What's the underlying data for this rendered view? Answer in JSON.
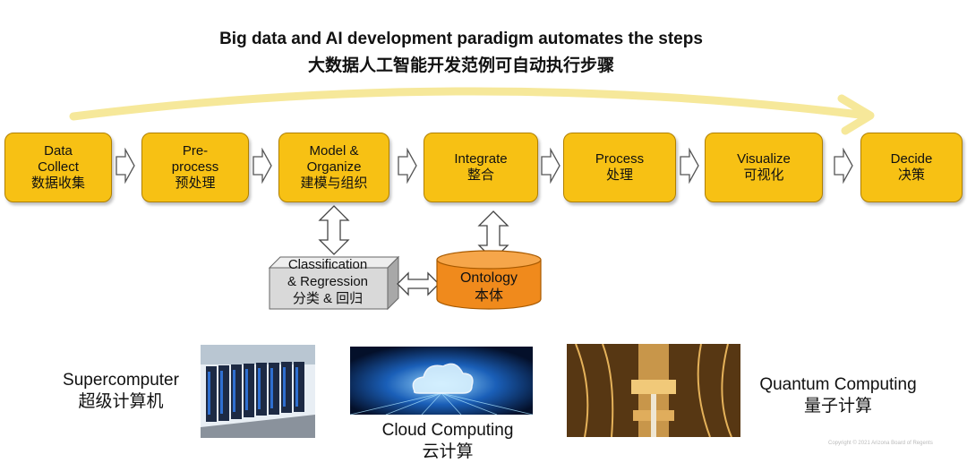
{
  "header": {
    "title_en": "Big data and AI development paradigm automates the steps",
    "title_zh": "大数据人工智能开发范例可自动执行步骤"
  },
  "steps": [
    {
      "en": "Data\nCollect",
      "zh": "数据收集"
    },
    {
      "en": "Pre-\nprocess",
      "zh": "预处理"
    },
    {
      "en": "Model &\nOrganize",
      "zh": "建模与组织"
    },
    {
      "en": "Integrate",
      "zh": "整合"
    },
    {
      "en": "Process",
      "zh": "处理"
    },
    {
      "en": "Visualize",
      "zh": "可视化"
    },
    {
      "en": "Decide",
      "zh": "决策"
    }
  ],
  "classification": {
    "line1": "Classification",
    "line2": "& Regression",
    "line3": "分类 & 回归"
  },
  "ontology": {
    "en": "Ontology",
    "zh": "本体"
  },
  "computing": {
    "supercomputer": {
      "en": "Supercomputer",
      "zh": "超级计算机"
    },
    "cloud": {
      "en": "Cloud Computing",
      "zh": "云计算"
    },
    "quantum": {
      "en": "Quantum Computing",
      "zh": "量子计算"
    }
  },
  "copyright": "Copyright © 2021 Arizona Board of Regents",
  "colors": {
    "step_fill": "#f7c114",
    "ontology_fill": "#f08a1c",
    "arc": "#f6e89a",
    "box_fill": "#d9d9d9"
  }
}
